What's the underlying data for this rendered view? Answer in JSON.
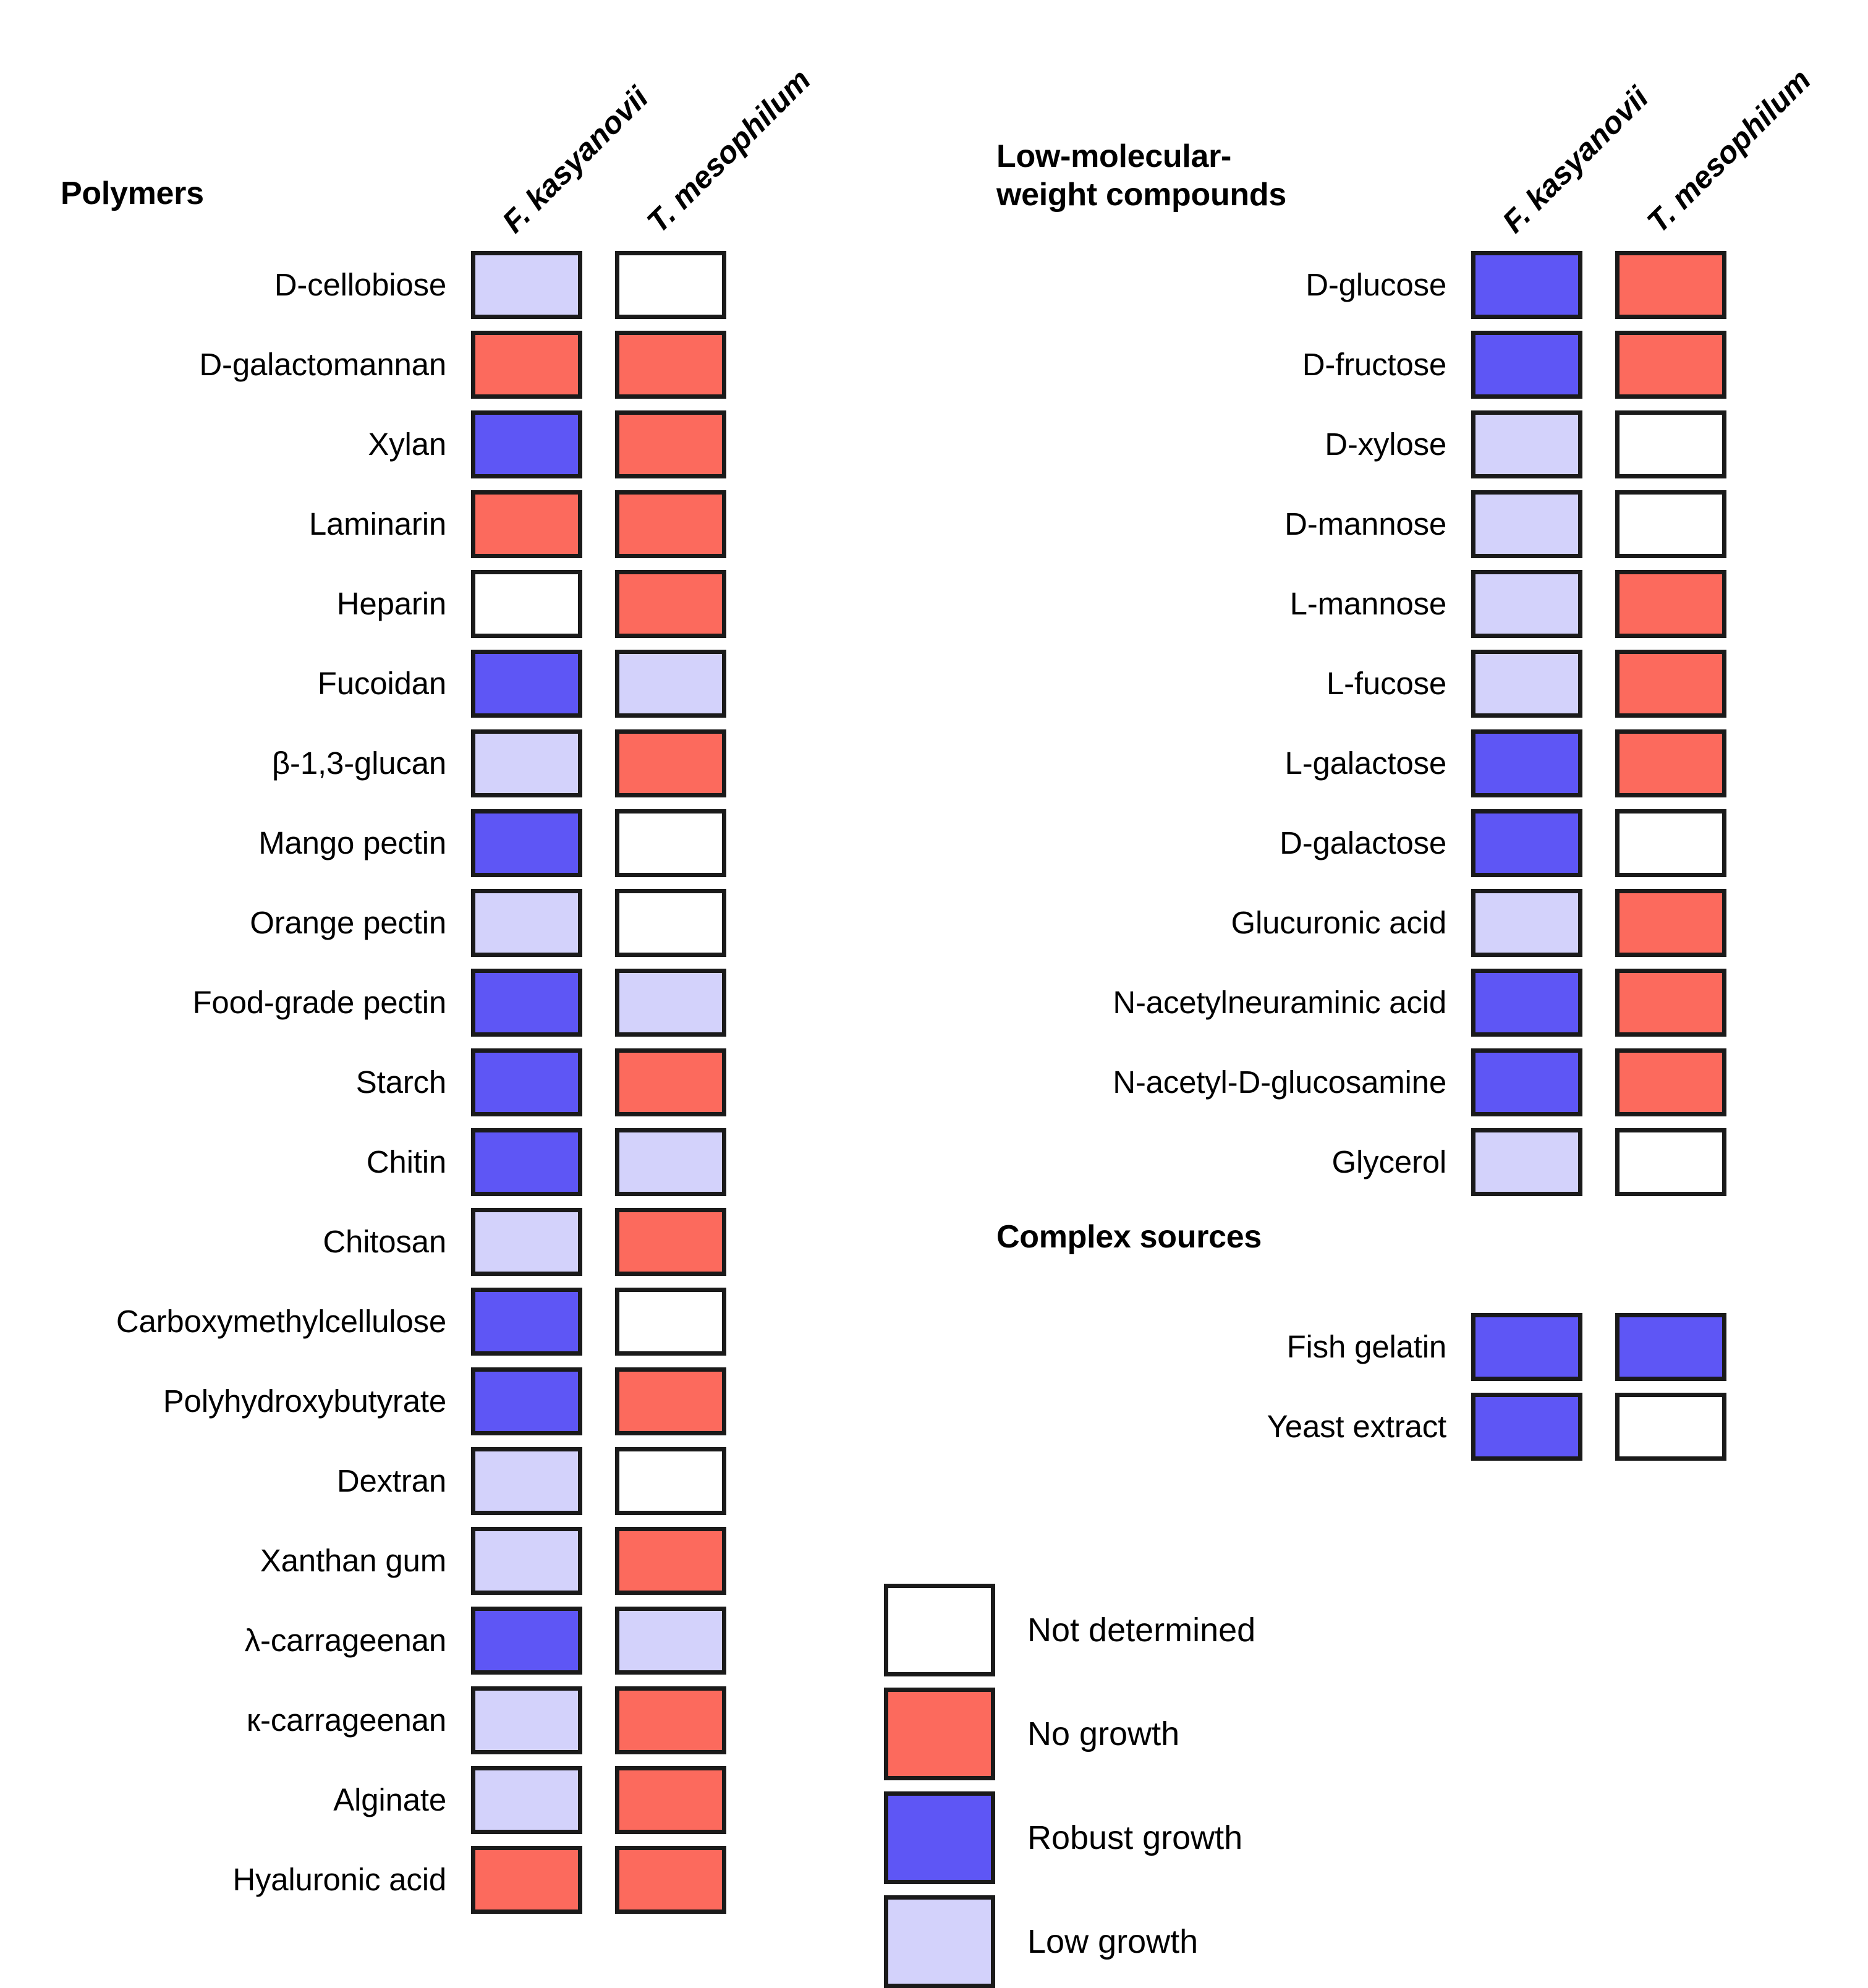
{
  "figure": {
    "type": "categorical-heatmap-table",
    "species_columns": [
      "F. kasyanovii",
      "T. mesophilum"
    ],
    "state_colors": {
      "not_determined": "#FFFFFF",
      "no_growth": "#FC6A5D",
      "robust_growth": "#5E56F5",
      "low_growth": "#D3D2FB",
      "border": "#1A1A1A"
    }
  },
  "sections": {
    "polymers": {
      "title": "Polymers",
      "rows": [
        {
          "label": "D-cellobiose",
          "values": [
            "low_growth",
            "not_determined"
          ]
        },
        {
          "label": "D-galactomannan",
          "values": [
            "no_growth",
            "no_growth"
          ]
        },
        {
          "label": "Xylan",
          "values": [
            "robust_growth",
            "no_growth"
          ]
        },
        {
          "label": "Laminarin",
          "values": [
            "no_growth",
            "no_growth"
          ]
        },
        {
          "label": "Heparin",
          "values": [
            "not_determined",
            "no_growth"
          ]
        },
        {
          "label": "Fucoidan",
          "values": [
            "robust_growth",
            "low_growth"
          ]
        },
        {
          "label": "β-1,3-glucan",
          "values": [
            "low_growth",
            "no_growth"
          ]
        },
        {
          "label": "Mango pectin",
          "values": [
            "robust_growth",
            "not_determined"
          ]
        },
        {
          "label": "Orange pectin",
          "values": [
            "low_growth",
            "not_determined"
          ]
        },
        {
          "label": "Food-grade pectin",
          "values": [
            "robust_growth",
            "low_growth"
          ]
        },
        {
          "label": "Starch",
          "values": [
            "robust_growth",
            "no_growth"
          ]
        },
        {
          "label": "Chitin",
          "values": [
            "robust_growth",
            "low_growth"
          ]
        },
        {
          "label": "Chitosan",
          "values": [
            "low_growth",
            "no_growth"
          ]
        },
        {
          "label": "Carboxymethylcellulose",
          "values": [
            "robust_growth",
            "not_determined"
          ]
        },
        {
          "label": "Polyhydroxybutyrate",
          "values": [
            "robust_growth",
            "no_growth"
          ]
        },
        {
          "label": "Dextran",
          "values": [
            "low_growth",
            "not_determined"
          ]
        },
        {
          "label": "Xanthan gum",
          "values": [
            "low_growth",
            "no_growth"
          ]
        },
        {
          "label": "λ-carrageenan",
          "values": [
            "robust_growth",
            "low_growth"
          ]
        },
        {
          "label": "к-carrageenan",
          "values": [
            "low_growth",
            "no_growth"
          ]
        },
        {
          "label": "Alginate",
          "values": [
            "low_growth",
            "no_growth"
          ]
        },
        {
          "label": "Hyaluronic acid",
          "values": [
            "no_growth",
            "no_growth"
          ]
        }
      ]
    },
    "low_molecular_weight": {
      "title": "Low-molecular-\nweight compounds",
      "rows": [
        {
          "label": "D-glucose",
          "values": [
            "robust_growth",
            "no_growth"
          ]
        },
        {
          "label": "D-fructose",
          "values": [
            "robust_growth",
            "no_growth"
          ]
        },
        {
          "label": "D-xylose",
          "values": [
            "low_growth",
            "not_determined"
          ]
        },
        {
          "label": "D-mannose",
          "values": [
            "low_growth",
            "not_determined"
          ]
        },
        {
          "label": "L-mannose",
          "values": [
            "low_growth",
            "no_growth"
          ]
        },
        {
          "label": "L-fucose",
          "values": [
            "low_growth",
            "no_growth"
          ]
        },
        {
          "label": "L-galactose",
          "values": [
            "robust_growth",
            "no_growth"
          ]
        },
        {
          "label": "D-galactose",
          "values": [
            "robust_growth",
            "not_determined"
          ]
        },
        {
          "label": "Glucuronic acid",
          "values": [
            "low_growth",
            "no_growth"
          ]
        },
        {
          "label": "N-acetylneuraminic acid",
          "values": [
            "robust_growth",
            "no_growth"
          ]
        },
        {
          "label": "N-acetyl-D-glucosamine",
          "values": [
            "robust_growth",
            "no_growth"
          ]
        },
        {
          "label": "Glycerol",
          "values": [
            "low_growth",
            "not_determined"
          ]
        }
      ]
    },
    "complex_sources": {
      "title": "Complex sources",
      "rows": [
        {
          "label": "Fish gelatin",
          "values": [
            "robust_growth",
            "robust_growth"
          ]
        },
        {
          "label": "Yeast extract",
          "values": [
            "robust_growth",
            "not_determined"
          ]
        }
      ]
    }
  },
  "legend": {
    "items": [
      {
        "label": "Not determined",
        "state": "not_determined"
      },
      {
        "label": "No growth",
        "state": "no_growth"
      },
      {
        "label": "Robust growth",
        "state": "robust_growth"
      },
      {
        "label": "Low growth",
        "state": "low_growth"
      }
    ]
  }
}
